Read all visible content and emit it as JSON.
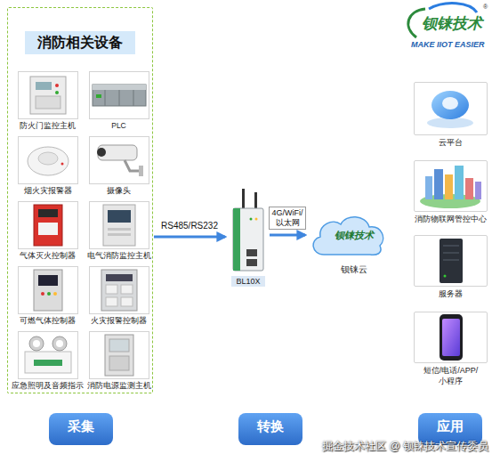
{
  "diagram": {
    "nodes": [
      {
        "text": [
          "消防相关设备"
        ]
      },
      {
        "text": [
          "防火门监控主机"
        ],
        "in": 0
      },
      {
        "text": [
          "PLC"
        ],
        "in": 0
      },
      {
        "text": [
          "烟火灾报警器"
        ],
        "in": 0
      },
      {
        "text": [
          "摄像头"
        ],
        "in": 0
      },
      {
        "text": [
          "气体灭火控制器"
        ],
        "in": 0
      },
      {
        "text": [
          "电气消防监控主机"
        ],
        "in": 0
      },
      {
        "text": [
          "可燃气体控制器"
        ],
        "in": 0
      },
      {
        "text": [
          "火灾报警控制器"
        ],
        "in": 0
      },
      {
        "text": [
          "应急照明及音频指示"
        ],
        "in": 0
      },
      {
        "text": [
          "消防电源监测主机"
        ],
        "in": 0
      },
      {
        "text": [
          "BL10X"
        ]
      },
      {
        "text": [
          "钡铼技术",
          "钡铼云"
        ]
      },
      {
        "text": [
          "云平台"
        ]
      },
      {
        "text": [
          "消防物联网管控中心"
        ]
      },
      {
        "text": [
          "服务器"
        ]
      },
      {
        "text": [
          "短信/电话/APP/小程序"
        ]
      },
      {
        "text": [
          "采集"
        ]
      },
      {
        "text": [
          "转换"
        ]
      },
      {
        "text": [
          "应用"
        ]
      }
    ],
    "edges": [
      {
        "from": 0,
        "to": 11,
        "label": "RS485/RS232",
        "arrow": "to"
      },
      {
        "from": 11,
        "to": 12,
        "label": "4G/WiFi/以太网",
        "arrow": "to"
      }
    ],
    "labels": [
      "钡铼技术",
      "MAKE IIOT EASIER",
      "®",
      "掘金技术社区 @ 钡铼技术宣传委员"
    ]
  }
}
